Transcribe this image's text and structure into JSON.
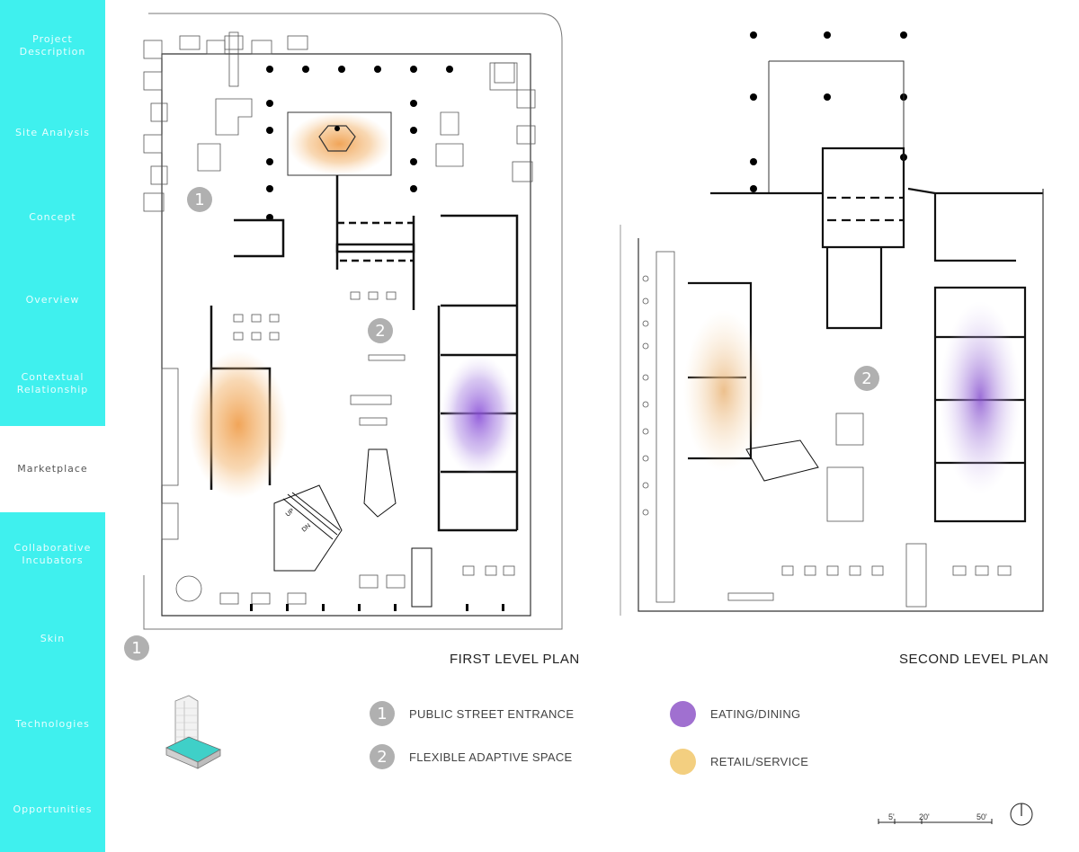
{
  "colors": {
    "accent": "#3ff0ee",
    "active_bg": "#ffffff",
    "dining": "#a070d0",
    "retail": "#f0c060"
  },
  "nav": {
    "items": [
      {
        "label": "Project Description",
        "active": false
      },
      {
        "label": "Site Analysis",
        "active": false
      },
      {
        "label": "Concept",
        "active": false
      },
      {
        "label": "Overview",
        "active": false
      },
      {
        "label": "Contextual Relationship",
        "active": false
      },
      {
        "label": "Marketplace",
        "active": true
      },
      {
        "label": "Collaborative Incubators",
        "active": false
      },
      {
        "label": "Skin",
        "active": false
      },
      {
        "label": "Technologies",
        "active": false
      },
      {
        "label": "Opportunities",
        "active": false
      }
    ]
  },
  "plans": {
    "first": {
      "title": "FIRST LEVEL PLAN",
      "markers": [
        "1",
        "2",
        "1"
      ]
    },
    "second": {
      "title": "SECOND LEVEL PLAN",
      "markers": [
        "2"
      ]
    }
  },
  "legend": {
    "items": [
      {
        "marker": "1",
        "label": "PUBLIC STREET ENTRANCE"
      },
      {
        "marker": "2",
        "label": "FLEXIBLE ADAPTIVE SPACE"
      },
      {
        "swatch": "dining",
        "label": "EATING/DINING"
      },
      {
        "swatch": "retail",
        "label": "RETAIL/SERVICE"
      }
    ]
  },
  "scale_bar": {
    "labels": [
      "5'",
      "20'",
      "50'"
    ]
  },
  "stair_labels": {
    "up": "UP",
    "dn": "DN"
  },
  "icons": {
    "north_arrow": "north-arrow-icon",
    "building": "building-axonometric-icon"
  }
}
